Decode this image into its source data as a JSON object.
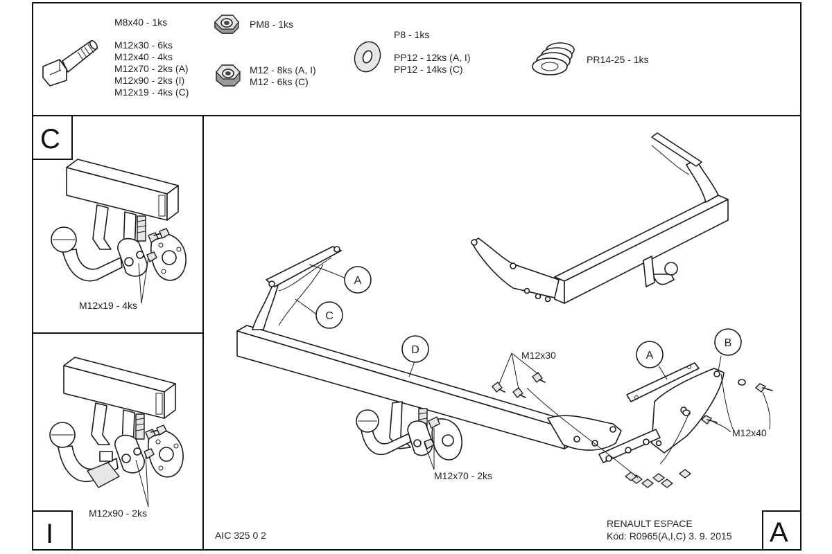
{
  "parts_list": {
    "bolt_m8": "M8x40 - 1ks",
    "bolt_m12": [
      "M12x30 - 6ks",
      "M12x40 - 4ks",
      "M12x70 - 2ks (A)",
      "M12x90 - 2ks (I)",
      "M12x19 - 4ks (C)"
    ],
    "nut_pm8": "PM8 - 1ks",
    "nut_m12": [
      "M12 - 8ks (A, I)",
      "M12 - 6ks (C)"
    ],
    "washer_p8": "P8 - 1ks",
    "washer_pp12": [
      "PP12 - 12ks (A, I)",
      "PP12 - 14ks (C)"
    ],
    "spring_washer": "PR14-25 - 1ks"
  },
  "panel_c": {
    "letter": "C",
    "bolt_label": "M12x19 - 4ks"
  },
  "panel_i": {
    "letter": "I",
    "bolt_label": "M12x90 - 2ks"
  },
  "main": {
    "callouts": {
      "a_top": "A",
      "c": "C",
      "d": "D",
      "a_right": "A",
      "b": "B"
    },
    "bolt_labels": {
      "m12x30": "M12x30",
      "m12x70": "M12x70 - 2ks",
      "m12x40": "M12x40"
    }
  },
  "footer": {
    "code": "AIC 325 0 2",
    "vehicle": "RENAULT ESPACE",
    "kod": "Kód: R0965(A,I,C)  3. 9. 2015",
    "letter": "A"
  }
}
